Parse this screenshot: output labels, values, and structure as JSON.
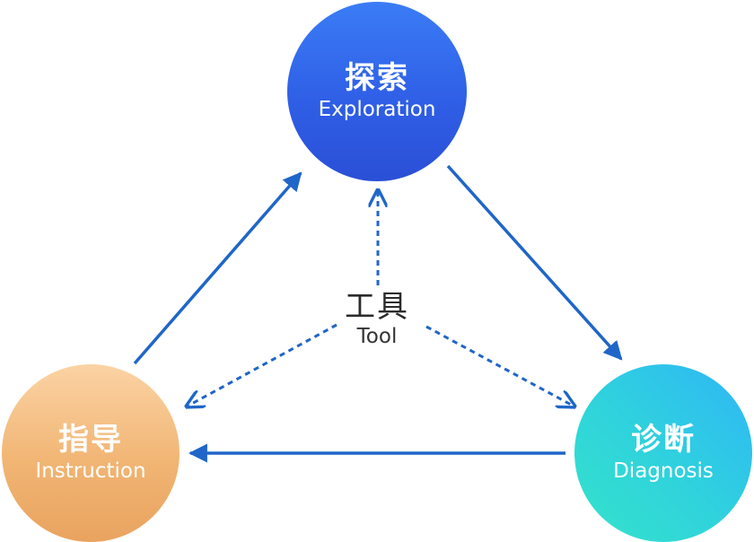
{
  "diagram": {
    "nodes": {
      "exploration": {
        "zh": "探索",
        "en": "Exploration"
      },
      "diagnosis": {
        "zh": "诊断",
        "en": "Diagnosis"
      },
      "instruction": {
        "zh": "指导",
        "en": "Instruction"
      }
    },
    "center": {
      "zh": "工具",
      "en": "Tool"
    },
    "colors": {
      "arrow": "#1f66c8",
      "exploration": "#2f5fe6",
      "diagnosis": "#2fc9e3",
      "instruction": "#f1b574"
    }
  }
}
